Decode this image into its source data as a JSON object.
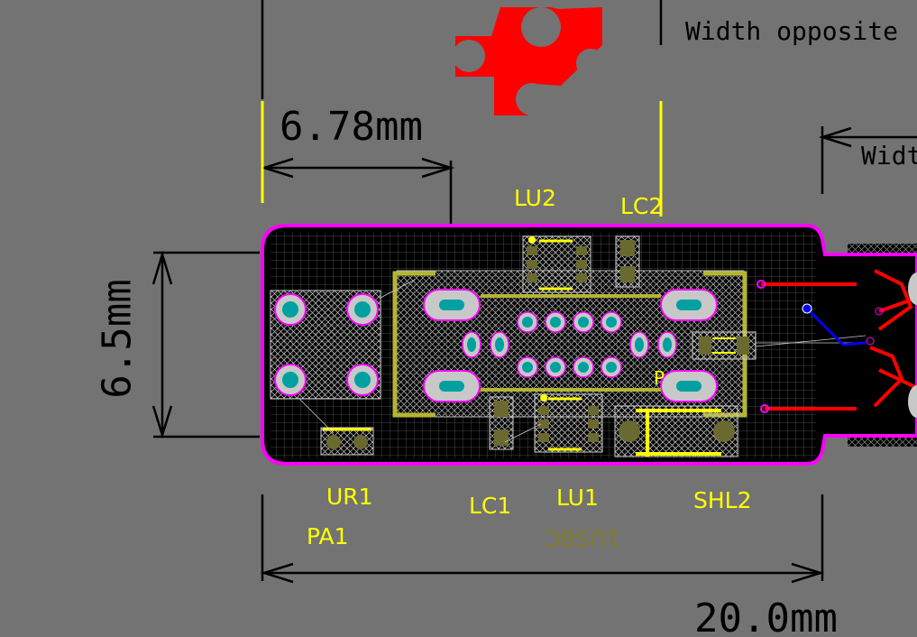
{
  "view": {
    "board_outline_color": "#ff00ff",
    "board_fill_color": "#000000",
    "silkscreen_color": "#ffff00",
    "copper_top_color": "#ff0000",
    "copper_bottom_color": "#0000ff",
    "background_color": "#737373"
  },
  "dimensions": {
    "top_left": "6.78mm",
    "left_vertical": "6.5mm",
    "bottom": "20.0mm",
    "top_right": "Width opposite",
    "right_partial": "Widt"
  },
  "designators": {
    "lu2": "LU2",
    "lc2": "LC2",
    "ur1": "UR1",
    "pa1": "PA1",
    "lc1": "LC1",
    "lu1": "LU1",
    "shl2": "SHL2",
    "usbc_mirrored": "1USBC"
  }
}
